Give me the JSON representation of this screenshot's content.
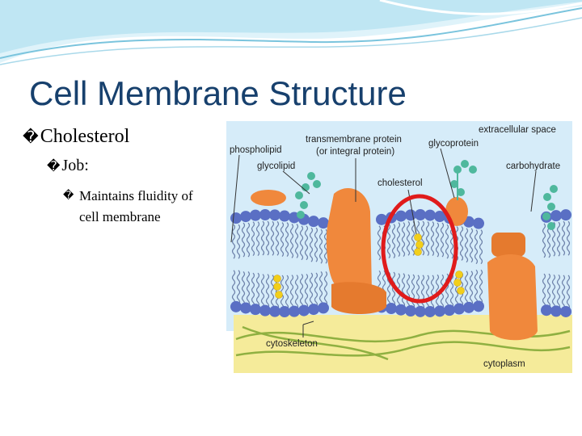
{
  "slide": {
    "title": "Cell Membrane Structure",
    "bullet_glyph": "�",
    "bullets": [
      {
        "level": 1,
        "text": "Cholesterol"
      },
      {
        "level": 2,
        "text": "Job:"
      },
      {
        "level": 3,
        "text": "Maintains fluidity of cell membrane"
      }
    ]
  },
  "diagram": {
    "labels": {
      "phospholipid": "phospholipid",
      "transmembrane_protein": "transmembrane protein",
      "integral_protein": "(or integral protein)",
      "extracellular_space": "extracellular space",
      "glycoprotein": "glycoprotein",
      "glycolipid": "glycolipid",
      "carbohydrate": "carbohydrate",
      "cholesterol": "cholesterol",
      "cytoskeleton": "cytoskeleton",
      "cytoplasm": "cytoplasm"
    },
    "colors": {
      "extracellular": "#d6ecf9",
      "cytoplasm": "#f5eb9a",
      "head": "#5a6fc4",
      "protein": "#f0883c",
      "cholesterol": "#f2cf1a",
      "carbohydrate": "#4fb89d",
      "cytoskeleton": "#8fb041",
      "highlight": "#e01b1b"
    }
  }
}
